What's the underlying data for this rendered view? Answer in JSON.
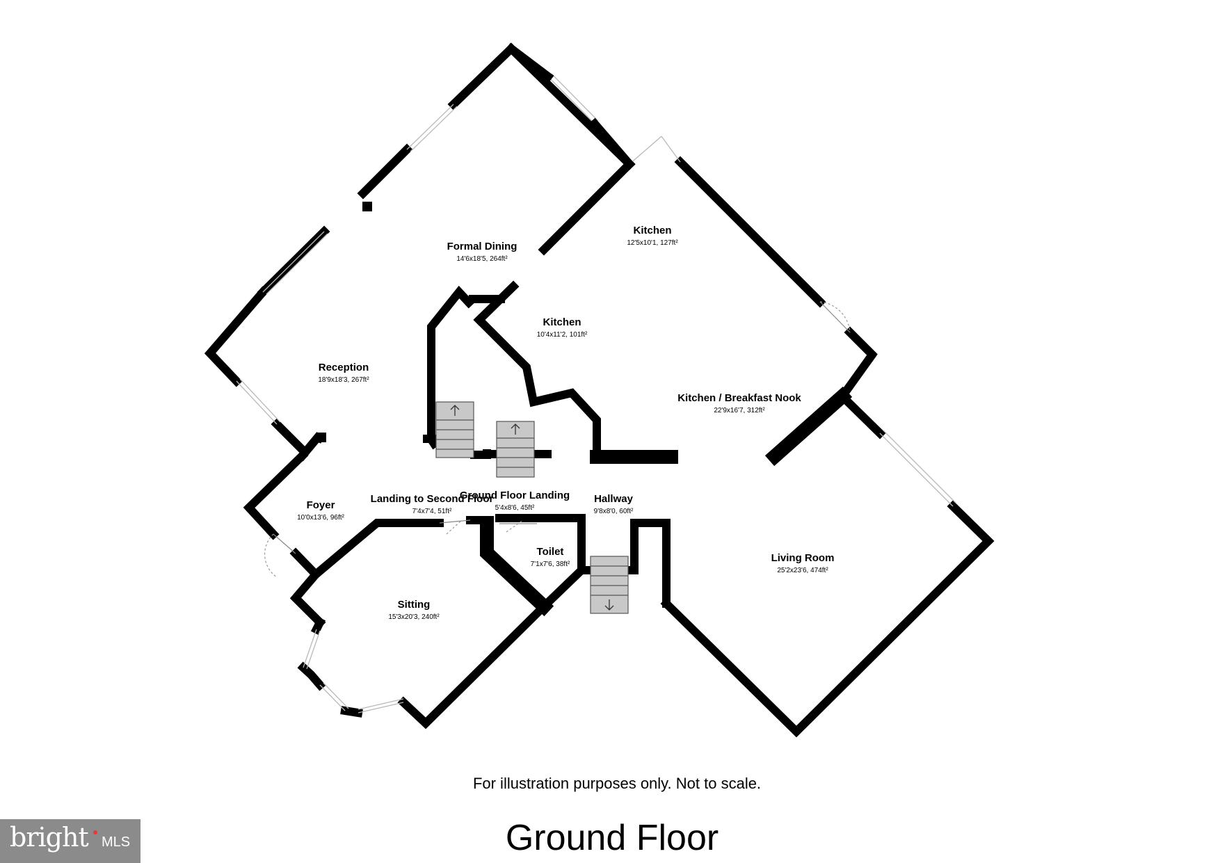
{
  "rooms": [
    {
      "name": "Formal Dining",
      "dims": "14'6x18'5, 264ft²"
    },
    {
      "name": "Kitchen",
      "dims": "12'5x10'1, 127ft²"
    },
    {
      "name": "Kitchen",
      "dims": "10'4x11'2, 101ft²"
    },
    {
      "name": "Reception",
      "dims": "18'9x18'3, 267ft²"
    },
    {
      "name": "Kitchen / Breakfast Nook",
      "dims": "22'9x16'7, 312ft²"
    },
    {
      "name": "Foyer",
      "dims": "10'0x13'6, 96ft²"
    },
    {
      "name": "Landing to Second Floor",
      "dims": "7'4x7'4, 51ft²"
    },
    {
      "name": "Ground Floor Landing",
      "dims": "5'4x8'6, 45ft²"
    },
    {
      "name": "Hallway",
      "dims": "9'8x8'0, 60ft²"
    },
    {
      "name": "Toilet",
      "dims": "7'1x7'6, 38ft²"
    },
    {
      "name": "Sitting",
      "dims": "15'3x20'3, 240ft²"
    },
    {
      "name": "Living Room",
      "dims": "25'2x23'6, 474ft²"
    }
  ],
  "caption": "For illustration purposes only. Not to scale.",
  "floor_title": "Ground Floor",
  "logo": {
    "brand": "bright",
    "suffix": "MLS",
    "colors": {
      "background": "#8b8b8b",
      "text": "#ffffff",
      "accent": "#e53a3a"
    }
  }
}
